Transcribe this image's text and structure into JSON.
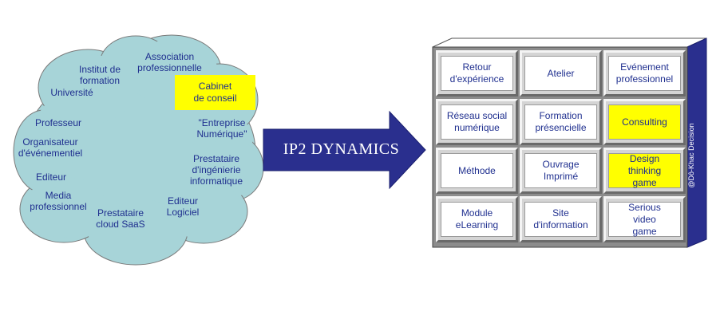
{
  "cloud": {
    "items": [
      "Association\nprofessionnelle",
      "Institut de\nformation",
      "Université",
      "Professeur",
      "Organisateur\nd'événementiel",
      "Editeur",
      "Media\nprofessionnel",
      "Prestataire\ncloud SaaS",
      "Editeur\nLogiciel",
      "Prestataire\nd'ingénierie\ninformatique",
      "\"Entreprise\nNumérique\""
    ],
    "highlight": "Cabinet\nde conseil"
  },
  "arrow": {
    "label": "IP2 DYNAMICS"
  },
  "grid": {
    "cells": [
      {
        "label": "Retour\nd'expérience",
        "highlight": false
      },
      {
        "label": "Atelier",
        "highlight": false
      },
      {
        "label": "Evénement\nprofessionnel",
        "highlight": false
      },
      {
        "label": "Réseau social\nnumérique",
        "highlight": false
      },
      {
        "label": "Formation\nprésencielle",
        "highlight": false
      },
      {
        "label": "Consulting",
        "highlight": true
      },
      {
        "label": "Méthode",
        "highlight": false
      },
      {
        "label": "Ouvrage\nImprimé",
        "highlight": false
      },
      {
        "label": "Design\nthinking\ngame",
        "highlight": true
      },
      {
        "label": "Module\neLearning",
        "highlight": false
      },
      {
        "label": "Site\nd'information",
        "highlight": false
      },
      {
        "label": "Serious\nvideo\ngame",
        "highlight": false
      }
    ],
    "side_label": "@Dô-Khac Decision"
  },
  "colors": {
    "cloud_fill": "#a7d4d8",
    "text": "#1f2f8f",
    "highlight": "#ffff00",
    "arrow": "#2a2f8e",
    "grid_side": "#2a2f8e"
  }
}
